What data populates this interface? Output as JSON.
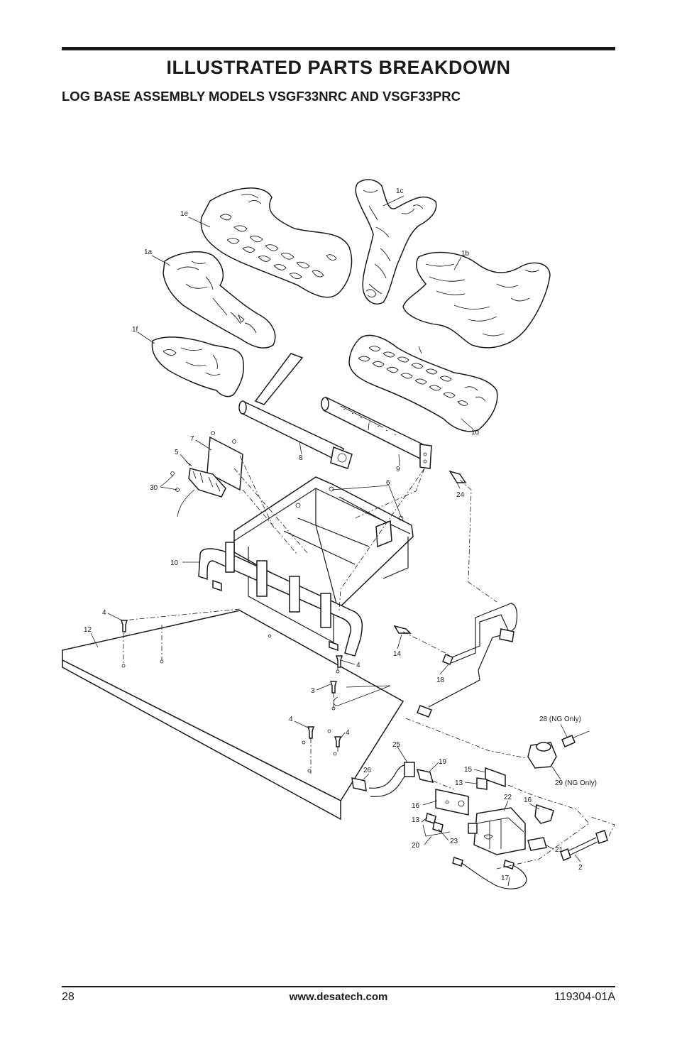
{
  "header": {
    "title": "ILLUSTRATED PARTS BREAKDOWN",
    "subtitle": "LOG BASE ASSEMBLY MODELS VSGF33NRC AND VSGF33PRC"
  },
  "callouts": {
    "c1c": "1c",
    "c1e": "1e",
    "c1a": "1a",
    "c1b": "1b",
    "c1f": "1f",
    "c1d": "1d",
    "c7": "7",
    "c5": "5",
    "c30": "30",
    "c8": "8",
    "c9": "9",
    "c6": "6",
    "c24": "24",
    "c10": "10",
    "c4a": "4",
    "c12": "12",
    "c14": "14",
    "c4b": "4",
    "c18": "18",
    "c3": "3",
    "c4c": "4",
    "c4d": "4",
    "c28": "28 (NG Only)",
    "c25": "25",
    "c19": "19",
    "c26": "26",
    "c15": "15",
    "c29": "29 (NG Only)",
    "c13a": "13",
    "c22": "22",
    "c16a": "16",
    "c16b": "16",
    "c13b": "13",
    "c23": "23",
    "c20": "20",
    "c21": "21",
    "c2": "2",
    "c17": "17"
  },
  "footer": {
    "page_number": "28",
    "website": "www.desatech.com",
    "doc_number": "119304-01A"
  }
}
